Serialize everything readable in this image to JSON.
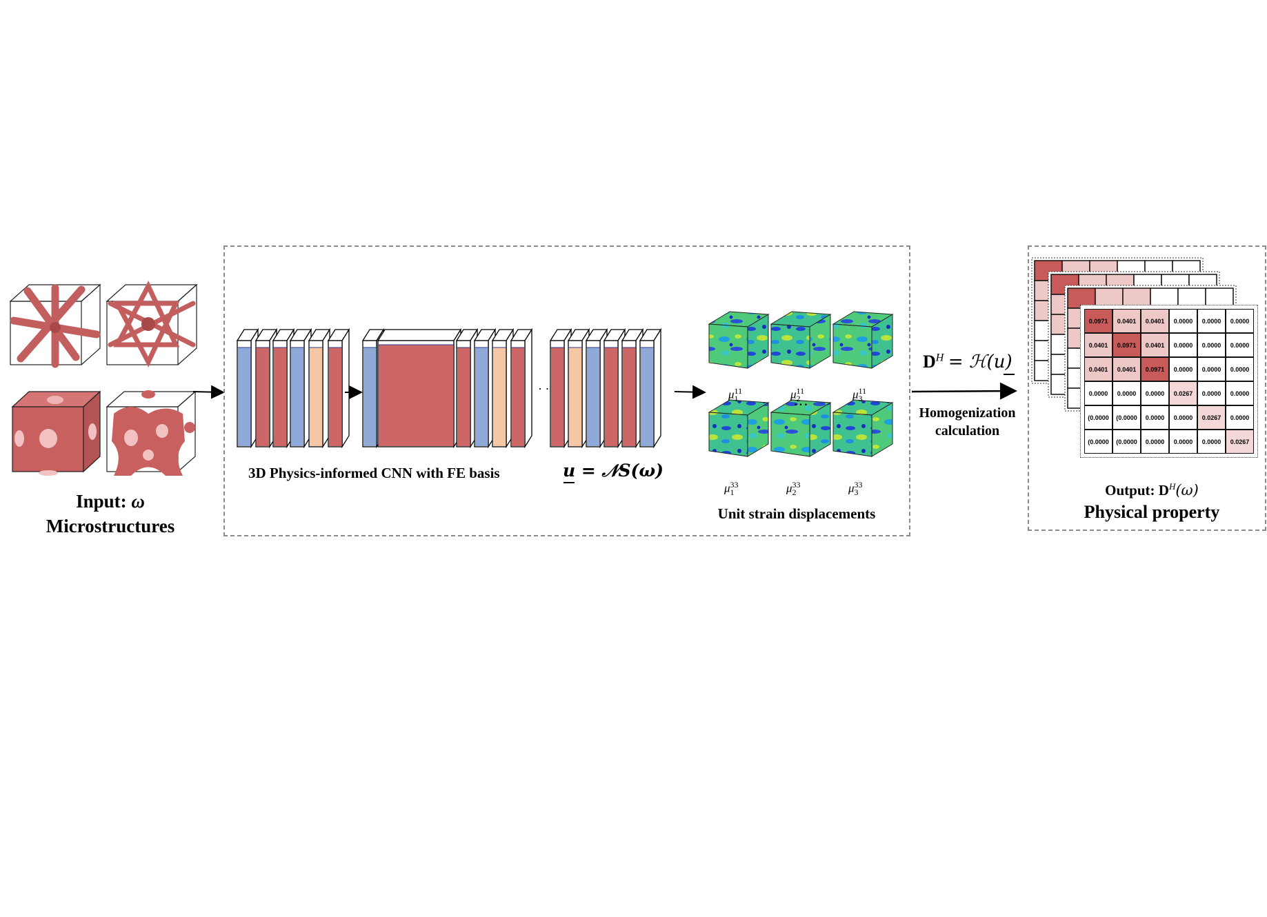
{
  "input": {
    "line1_prefix": "Input: ",
    "line1_symbol": "ω",
    "line2": "Microstructures"
  },
  "cnn": {
    "label": "3D Physics-informed CNN with FE basis",
    "equation": "u = 𝒩S(ω)"
  },
  "displacements": {
    "label": "Unit strain displacements",
    "symbols": [
      {
        "base": "μ",
        "sub": "1",
        "sup": "11"
      },
      {
        "base": "μ",
        "sub": "2",
        "sup": "11"
      },
      {
        "base": "μ",
        "sub": "3",
        "sup": "11"
      },
      {
        "base": "μ",
        "sub": "1",
        "sup": "33"
      },
      {
        "base": "μ",
        "sub": "2",
        "sup": "33"
      },
      {
        "base": "μ",
        "sub": "3",
        "sup": "33"
      }
    ],
    "ellipsis": "…"
  },
  "homogenization": {
    "equation_lhs": "D",
    "equation_sup": "H",
    "equation_rhs": "= ℋ(u)",
    "line1": "Homogenization",
    "line2": "calculation"
  },
  "output": {
    "line1": "Output: D",
    "line1_sup": "H",
    "line1_arg": "(ω)",
    "line2": "Physical property"
  },
  "matrix": [
    [
      "0.0971",
      "0.0401",
      "0.0401",
      "0.0000",
      "0.0000",
      "0.0000"
    ],
    [
      "0.0401",
      "0.0971",
      "0.0401",
      "0.0000",
      "0.0000",
      "0.0000"
    ],
    [
      "0.0401",
      "0.0401",
      "0.0971",
      "0.0000",
      "0.0000",
      "0.0000"
    ],
    [
      "0.0000",
      "0.0000",
      "0.0000",
      "0.0267",
      "0.0000",
      "0.0000"
    ],
    [
      "(0.0000",
      "(0.0000",
      "0.0000",
      "0.0000",
      "0.0267",
      "0.0000"
    ],
    [
      "(0.0000",
      "(0.0000",
      "0.0000",
      "0.0000",
      "0.0000",
      "0.0267"
    ]
  ],
  "colors": {
    "red": "#cd6666",
    "blue": "#8fa9d9",
    "peach": "#f6c7a4",
    "strut": "#c25e5e",
    "dash": "#8a8a8a"
  }
}
